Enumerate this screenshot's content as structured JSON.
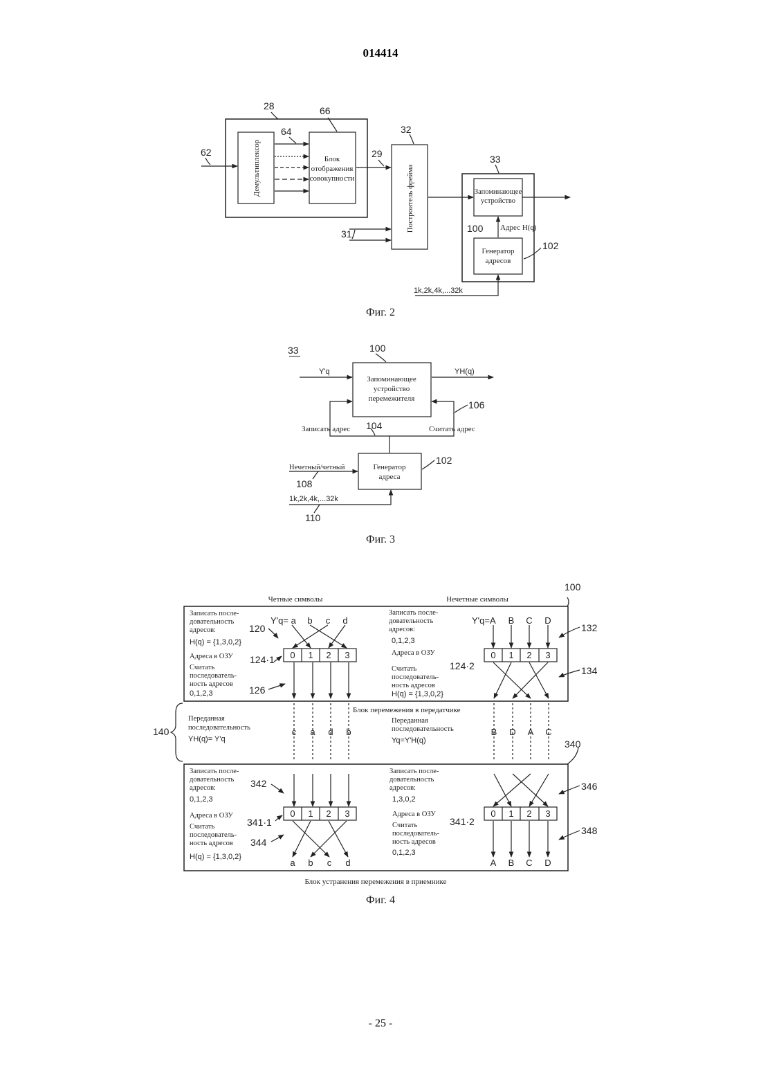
{
  "document": {
    "number": "014414",
    "page_label": "- 25 -"
  },
  "fig2": {
    "caption": "Фиг. 2",
    "refs": {
      "r28": "28",
      "r66": "66",
      "r62": "62",
      "r64": "64",
      "r29": "29",
      "r32": "32",
      "r33": "33",
      "r31": "31",
      "r100": "100",
      "r102": "102"
    },
    "demux_label": "Демультиплексор",
    "mapper_lines": [
      "Блок",
      "отображения",
      "совокупности"
    ],
    "frame_builder_label": "Построитель фрейма",
    "memory_lines": [
      "Запоминающее",
      "устройство"
    ],
    "address_label": "Адрес H(q)",
    "addr_gen_lines": [
      "Генератор",
      "адресов"
    ],
    "mode_label": "1k,2k,4k,...32k"
  },
  "fig3": {
    "caption": "Фиг. 3",
    "refs": {
      "r33": "33",
      "r100": "100",
      "r106": "106",
      "r104": "104",
      "r102": "102",
      "r108": "108",
      "r110": "110"
    },
    "input_label": "Y'q",
    "output_label": "YH(q)",
    "memory_lines": [
      "Запоминающее",
      "устройство",
      "перемежителя"
    ],
    "write_addr": "Записать адрес",
    "read_addr": "Считать адрес",
    "gen_lines": [
      "Генератор",
      "адреса"
    ],
    "odd_even": "Нечетный/четный",
    "mode_label": "1k,2k,4k,...32k"
  },
  "fig4": {
    "caption": "Фиг. 4",
    "refs": {
      "r100": "100",
      "r120": "120",
      "r132": "132",
      "r124_1": "124·1",
      "r124_2": "124·2",
      "r134": "134",
      "r126": "126",
      "r140": "140",
      "r340": "340",
      "r342": "342",
      "r346": "346",
      "r341_1": "341·1",
      "r341_2": "341·2",
      "r348": "348",
      "r344": "344"
    },
    "even_title": "Четные символы",
    "odd_title": "Нечетные символы",
    "write_seq_lines": [
      "Записать после-",
      "довательность",
      "адресов:"
    ],
    "read_seq_lines": [
      "Считать",
      "последователь-",
      "ность адресов"
    ],
    "read_seq_lines_b": [
      "Считать",
      "последователь-",
      "ность адресов"
    ],
    "ram_addr": "Адреса в ОЗУ",
    "hq_seq": "H(q) = {1,3,0,2}",
    "seq_0123": "0,1,2,3",
    "seq_1302": "1,3,0,2",
    "tx_block": "Блок перемежения в передатчике",
    "rx_block": "Блок устранения перемежения в приемнике",
    "transmitted_lines": [
      "Переданная",
      "последовательность"
    ],
    "transmitted_lines_b": [
      "Переданная",
      "последовательность"
    ],
    "even_eq": "YH(q)= Y'q",
    "odd_eq": "Yq=Y'H(q)",
    "even_input": "Y'q= a",
    "odd_input": "Y'q=A",
    "cells": [
      "0",
      "1",
      "2",
      "3"
    ],
    "lower_letters": [
      "a",
      "b",
      "c",
      "d"
    ],
    "upper_letters": [
      "A",
      "B",
      "C",
      "D"
    ],
    "tx_even_letters": [
      "c",
      "a",
      "d",
      "b"
    ],
    "tx_odd_letters": [
      "B",
      "D",
      "A",
      "C"
    ]
  }
}
